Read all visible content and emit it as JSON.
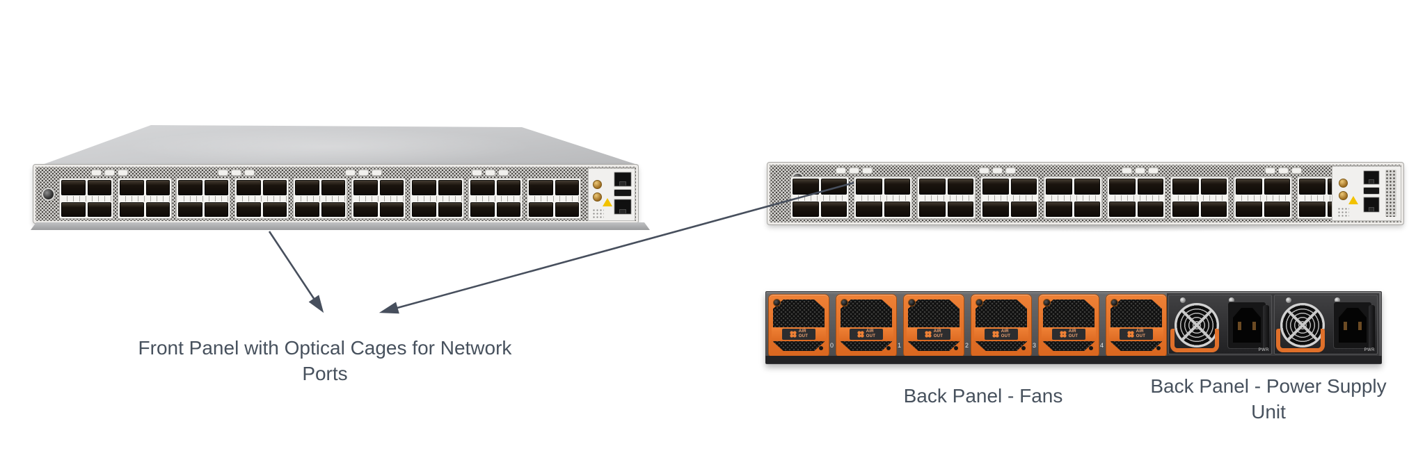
{
  "diagram": {
    "background": "#ffffff",
    "text_color": "#47515d",
    "arrow_color": "#474f5d"
  },
  "labels": {
    "front_panel": {
      "line1": "Front Panel with Optical Cages for Network",
      "line2": "Ports"
    },
    "back_fans": {
      "line1": "Back Panel - Fans"
    },
    "back_psu": {
      "line1": "Back Panel - Power Supply",
      "line2": "Unit"
    }
  },
  "front_switch": {
    "views": [
      "perspective",
      "straight"
    ],
    "port_groups_per_row": 9,
    "ports_per_group": 2,
    "port_rows": 2,
    "vent_clusters": 4,
    "management_ports": 2,
    "colors": {
      "bezel": "#eceae7",
      "mesh": "#d7d6d3",
      "cage": "#17110c",
      "gold": "#c89434",
      "warning_yellow": "#f2c200"
    }
  },
  "back_panel": {
    "fan_count": 6,
    "fan_label": {
      "line1": "AIR",
      "line2": "OUT"
    },
    "fan_slot_numbers": [
      "0",
      "1",
      "2",
      "3",
      "4"
    ],
    "psu_count": 2,
    "psu_label": "PWR",
    "colors": {
      "fan_orange": "#e0702a",
      "chassis": "#515154",
      "psu_body": "#2f2f31"
    }
  }
}
